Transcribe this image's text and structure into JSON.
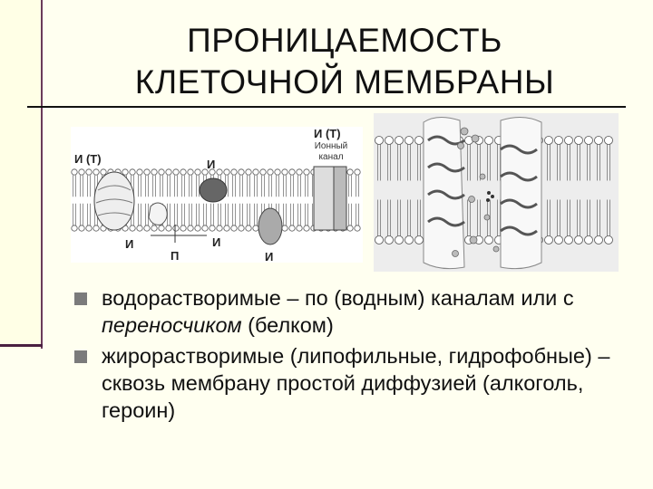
{
  "slide": {
    "title_line1": "ПРОНИЦАЕМОСТЬ",
    "title_line2": "КЛЕТОЧНОЙ МЕМБРАНЫ"
  },
  "figure_left": {
    "labels": {
      "it_left": "И (Т)",
      "i_top": "И",
      "it_right": "И (Т)",
      "ion_channel_1": "Ионный",
      "ion_channel_2": "канал",
      "i_left": "И",
      "i_center": "И",
      "p": "П",
      "i_bottom": "И"
    }
  },
  "bullets": [
    {
      "text_before": "водорастворимые – по (водным) каналам или с ",
      "text_italic": "переносчиком",
      "text_after": " (белком)"
    },
    {
      "text_before": "жирорастворимые (липофильные, гидрофобные) – сквозь мембрану простой диффузией (алкоголь, героин)",
      "text_italic": "",
      "text_after": ""
    }
  ],
  "colors": {
    "background": "#fffff0",
    "accent": "#6b3b5a",
    "bullet": "#7b7b7b"
  }
}
